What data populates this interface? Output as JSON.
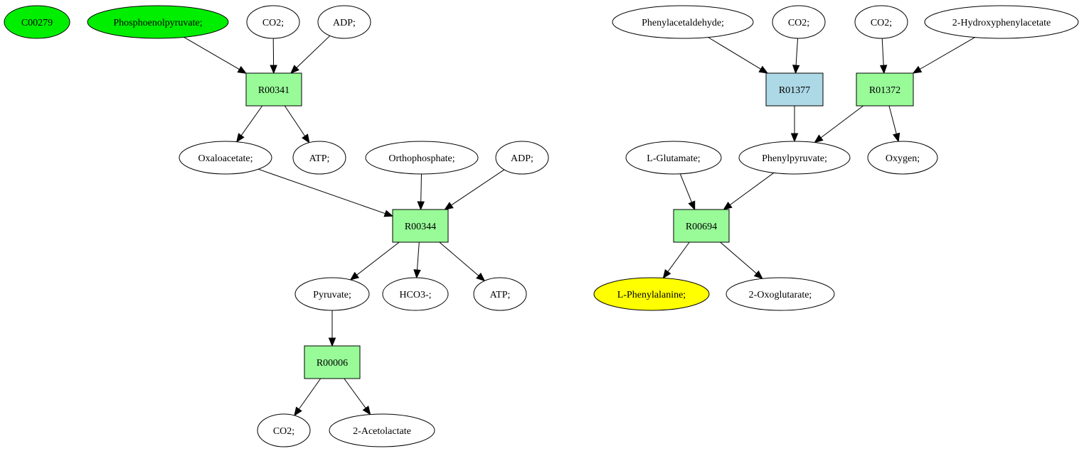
{
  "colors": {
    "start_compound": "#00ee00",
    "target_compound": "#ffff00",
    "compound": "#ffffff",
    "reaction": "#98fb98",
    "reaction_highlight": "#add8e6"
  },
  "nodes": [
    {
      "id": "c00279",
      "label": "C00279",
      "kind": "compound",
      "fill": "start_compound"
    },
    {
      "id": "pep",
      "label": "Phosphoenolpyruvate;",
      "kind": "compound",
      "fill": "start_compound"
    },
    {
      "id": "co2_1",
      "label": "CO2;",
      "kind": "compound",
      "fill": "compound"
    },
    {
      "id": "adp_1",
      "label": "ADP;",
      "kind": "compound",
      "fill": "compound"
    },
    {
      "id": "r00341",
      "label": "R00341",
      "kind": "reaction",
      "fill": "reaction"
    },
    {
      "id": "oxaloacetate",
      "label": "Oxaloacetate;",
      "kind": "compound",
      "fill": "compound"
    },
    {
      "id": "atp_1",
      "label": "ATP;",
      "kind": "compound",
      "fill": "compound"
    },
    {
      "id": "orthophosphate",
      "label": "Orthophosphate;",
      "kind": "compound",
      "fill": "compound"
    },
    {
      "id": "adp_2",
      "label": "ADP;",
      "kind": "compound",
      "fill": "compound"
    },
    {
      "id": "r00344",
      "label": "R00344",
      "kind": "reaction",
      "fill": "reaction"
    },
    {
      "id": "pyruvate",
      "label": "Pyruvate;",
      "kind": "compound",
      "fill": "compound"
    },
    {
      "id": "hco3",
      "label": "HCO3-;",
      "kind": "compound",
      "fill": "compound"
    },
    {
      "id": "atp_2",
      "label": "ATP;",
      "kind": "compound",
      "fill": "compound"
    },
    {
      "id": "r00006",
      "label": "R00006",
      "kind": "reaction",
      "fill": "reaction"
    },
    {
      "id": "co2_2",
      "label": "CO2;",
      "kind": "compound",
      "fill": "compound"
    },
    {
      "id": "acetolactate",
      "label": "2-Acetolactate",
      "kind": "compound",
      "fill": "compound"
    },
    {
      "id": "phenylacetaldehyde",
      "label": "Phenylacetaldehyde;",
      "kind": "compound",
      "fill": "compound"
    },
    {
      "id": "co2_3",
      "label": "CO2;",
      "kind": "compound",
      "fill": "compound"
    },
    {
      "id": "co2_4",
      "label": "CO2;",
      "kind": "compound",
      "fill": "compound"
    },
    {
      "id": "hydroxyphenylacetate",
      "label": "2-Hydroxyphenylacetate",
      "kind": "compound",
      "fill": "compound"
    },
    {
      "id": "r01377",
      "label": "R01377",
      "kind": "reaction",
      "fill": "reaction_highlight"
    },
    {
      "id": "r01372",
      "label": "R01372",
      "kind": "reaction",
      "fill": "reaction"
    },
    {
      "id": "lglutamate",
      "label": "L-Glutamate;",
      "kind": "compound",
      "fill": "compound"
    },
    {
      "id": "phenylpyruvate",
      "label": "Phenylpyruvate;",
      "kind": "compound",
      "fill": "compound"
    },
    {
      "id": "oxygen",
      "label": "Oxygen;",
      "kind": "compound",
      "fill": "compound"
    },
    {
      "id": "r00694",
      "label": "R00694",
      "kind": "reaction",
      "fill": "reaction"
    },
    {
      "id": "lphenylalanine",
      "label": "L-Phenylalanine;",
      "kind": "compound",
      "fill": "target_compound"
    },
    {
      "id": "oxoglutarate",
      "label": "2-Oxoglutarate;",
      "kind": "compound",
      "fill": "compound"
    }
  ],
  "edges": [
    {
      "from": "pep",
      "to": "r00341"
    },
    {
      "from": "co2_1",
      "to": "r00341"
    },
    {
      "from": "adp_1",
      "to": "r00341"
    },
    {
      "from": "r00341",
      "to": "oxaloacetate"
    },
    {
      "from": "r00341",
      "to": "atp_1"
    },
    {
      "from": "oxaloacetate",
      "to": "r00344"
    },
    {
      "from": "orthophosphate",
      "to": "r00344"
    },
    {
      "from": "adp_2",
      "to": "r00344"
    },
    {
      "from": "r00344",
      "to": "pyruvate"
    },
    {
      "from": "r00344",
      "to": "hco3"
    },
    {
      "from": "r00344",
      "to": "atp_2"
    },
    {
      "from": "pyruvate",
      "to": "r00006"
    },
    {
      "from": "r00006",
      "to": "co2_2"
    },
    {
      "from": "r00006",
      "to": "acetolactate"
    },
    {
      "from": "phenylacetaldehyde",
      "to": "r01377"
    },
    {
      "from": "co2_3",
      "to": "r01377"
    },
    {
      "from": "co2_4",
      "to": "r01372"
    },
    {
      "from": "hydroxyphenylacetate",
      "to": "r01372"
    },
    {
      "from": "r01377",
      "to": "phenylpyruvate"
    },
    {
      "from": "r01372",
      "to": "phenylpyruvate"
    },
    {
      "from": "r01372",
      "to": "oxygen"
    },
    {
      "from": "lglutamate",
      "to": "r00694"
    },
    {
      "from": "phenylpyruvate",
      "to": "r00694"
    },
    {
      "from": "r00694",
      "to": "lphenylalanine"
    },
    {
      "from": "r00694",
      "to": "oxoglutarate"
    }
  ]
}
